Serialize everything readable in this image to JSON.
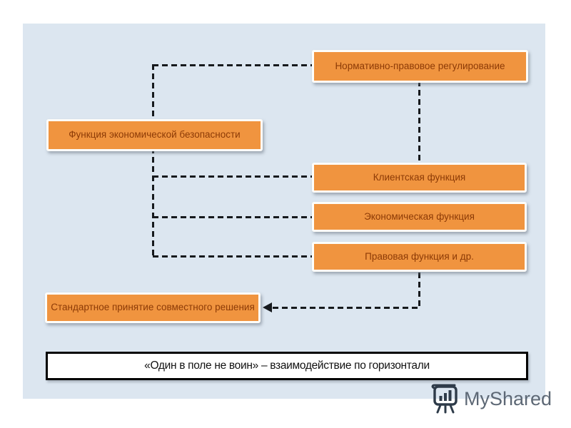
{
  "diagram": {
    "nodes": {
      "normative": {
        "label": "Нормативно-правовое регулирование"
      },
      "economic_security": {
        "label": "Функция экономической безопасности"
      },
      "client": {
        "label": "Клиентская функция"
      },
      "economic": {
        "label": "Экономическая функция"
      },
      "legal": {
        "label": "Правовая функция и др."
      },
      "standard_decision": {
        "label": "Стандартное принятие совместного решения"
      }
    },
    "caption": "«Один в поле не воин» – взаимодействие по горизонтали"
  },
  "branding": {
    "logo_text": "MyShared",
    "logo_icon": "presentation-easel-chart-icon"
  },
  "colors": {
    "slide_background": "#dce6f0",
    "node_fill": "#f0943f",
    "node_border": "#fdfdfa",
    "node_text": "#8c3a06",
    "connector": "#16191d",
    "caption_border": "#000000",
    "caption_text": "#121212",
    "logo_text": "#5d6875"
  }
}
